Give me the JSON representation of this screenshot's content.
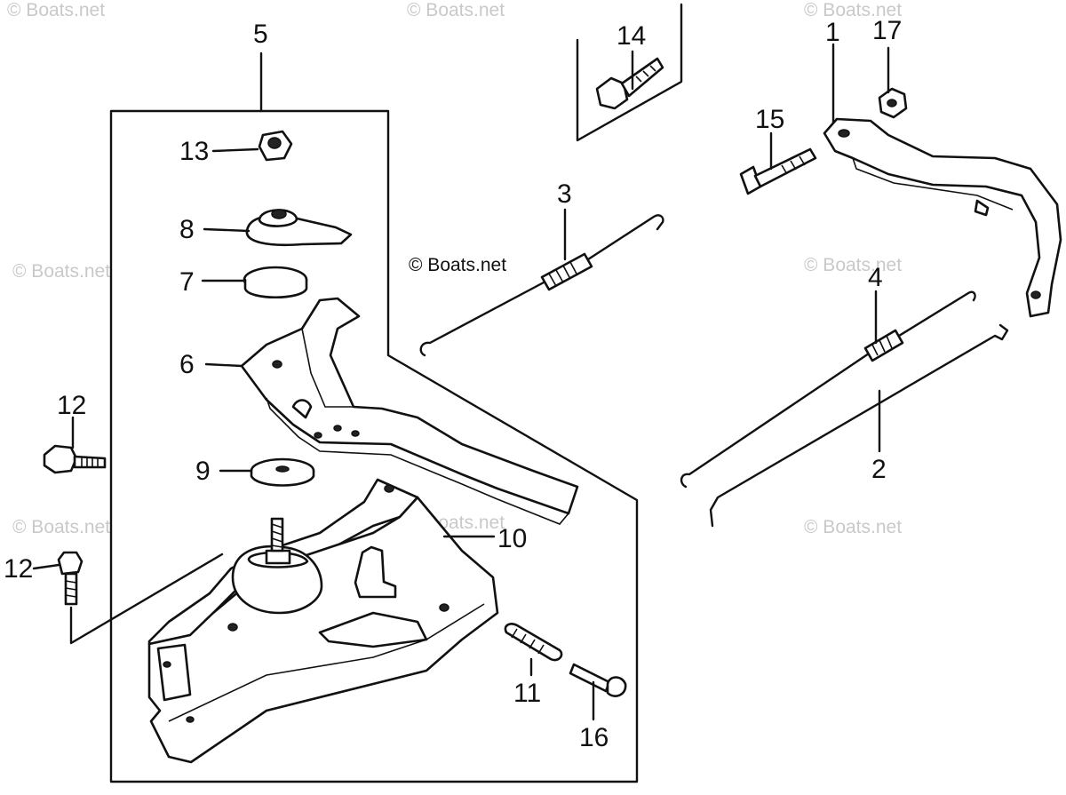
{
  "watermarks": [
    "© Boats.net",
    "© Boats.net",
    "© Boats.net",
    "© Boats.net",
    "© Boats.net",
    "© Boats.net",
    "© Boats.net",
    "© Boats.net"
  ],
  "center_watermark": "© Boats.net",
  "callouts": {
    "c1": "1",
    "c2": "2",
    "c3": "3",
    "c4": "4",
    "c5": "5",
    "c6": "6",
    "c7": "7",
    "c8": "8",
    "c9": "9",
    "c10": "10",
    "c11": "11",
    "c12a": "12",
    "c12b": "12",
    "c13": "13",
    "c14": "14",
    "c15": "15",
    "c16": "16",
    "c17": "17"
  }
}
